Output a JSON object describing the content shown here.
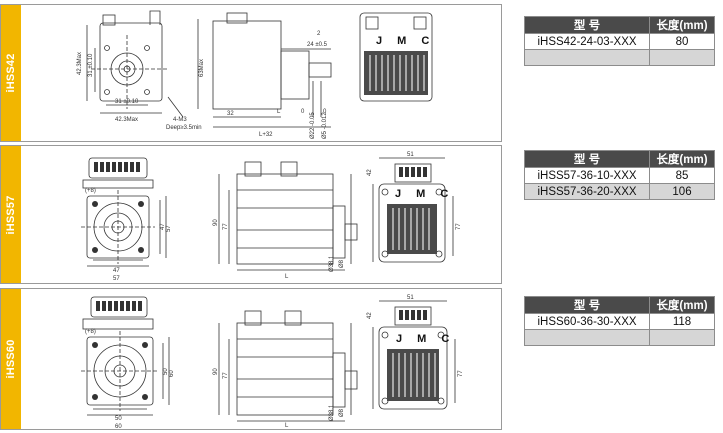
{
  "panels": [
    {
      "model": "iHSS42",
      "dims": [
        "42.3Max",
        "31 ±0.10",
        "31 ±0.10",
        "42.3Max",
        "4-M3",
        "Deep≥3.5min",
        "63Max",
        "2",
        "24 ±0.5",
        "32",
        "L",
        "L+32",
        "0",
        "0",
        "Ø22 -0.05",
        "Ø5 -0.012"
      ],
      "logo": "J M C",
      "table": {
        "header": [
          "型  号",
          "长度(mm)"
        ],
        "rows": [
          [
            "iHSS42-24-03-XXX",
            "80"
          ],
          [
            "",
            ""
          ]
        ]
      }
    },
    {
      "model": "iHSS57",
      "dims": [
        "(+8)",
        "47",
        "57",
        "47",
        "57",
        "90",
        "77",
        "Ø8",
        "Ø38.1",
        "L",
        "51",
        "42",
        "77"
      ],
      "logo": "J M C",
      "table": {
        "header": [
          "型  号",
          "长度(mm)"
        ],
        "rows": [
          [
            "iHSS57-36-10-XXX",
            "85"
          ],
          [
            "iHSS57-36-20-XXX",
            "106"
          ]
        ]
      }
    },
    {
      "model": "iHSS60",
      "dims": [
        "(+8)",
        "50",
        "60",
        "50",
        "60",
        "90",
        "77",
        "Ø8",
        "Ø38.1",
        "L",
        "51",
        "42",
        "77"
      ],
      "logo": "J M C",
      "table": {
        "header": [
          "型  号",
          "长度(mm)"
        ],
        "rows": [
          [
            "iHSS60-36-30-XXX",
            "118"
          ],
          [
            "",
            ""
          ]
        ]
      }
    }
  ]
}
